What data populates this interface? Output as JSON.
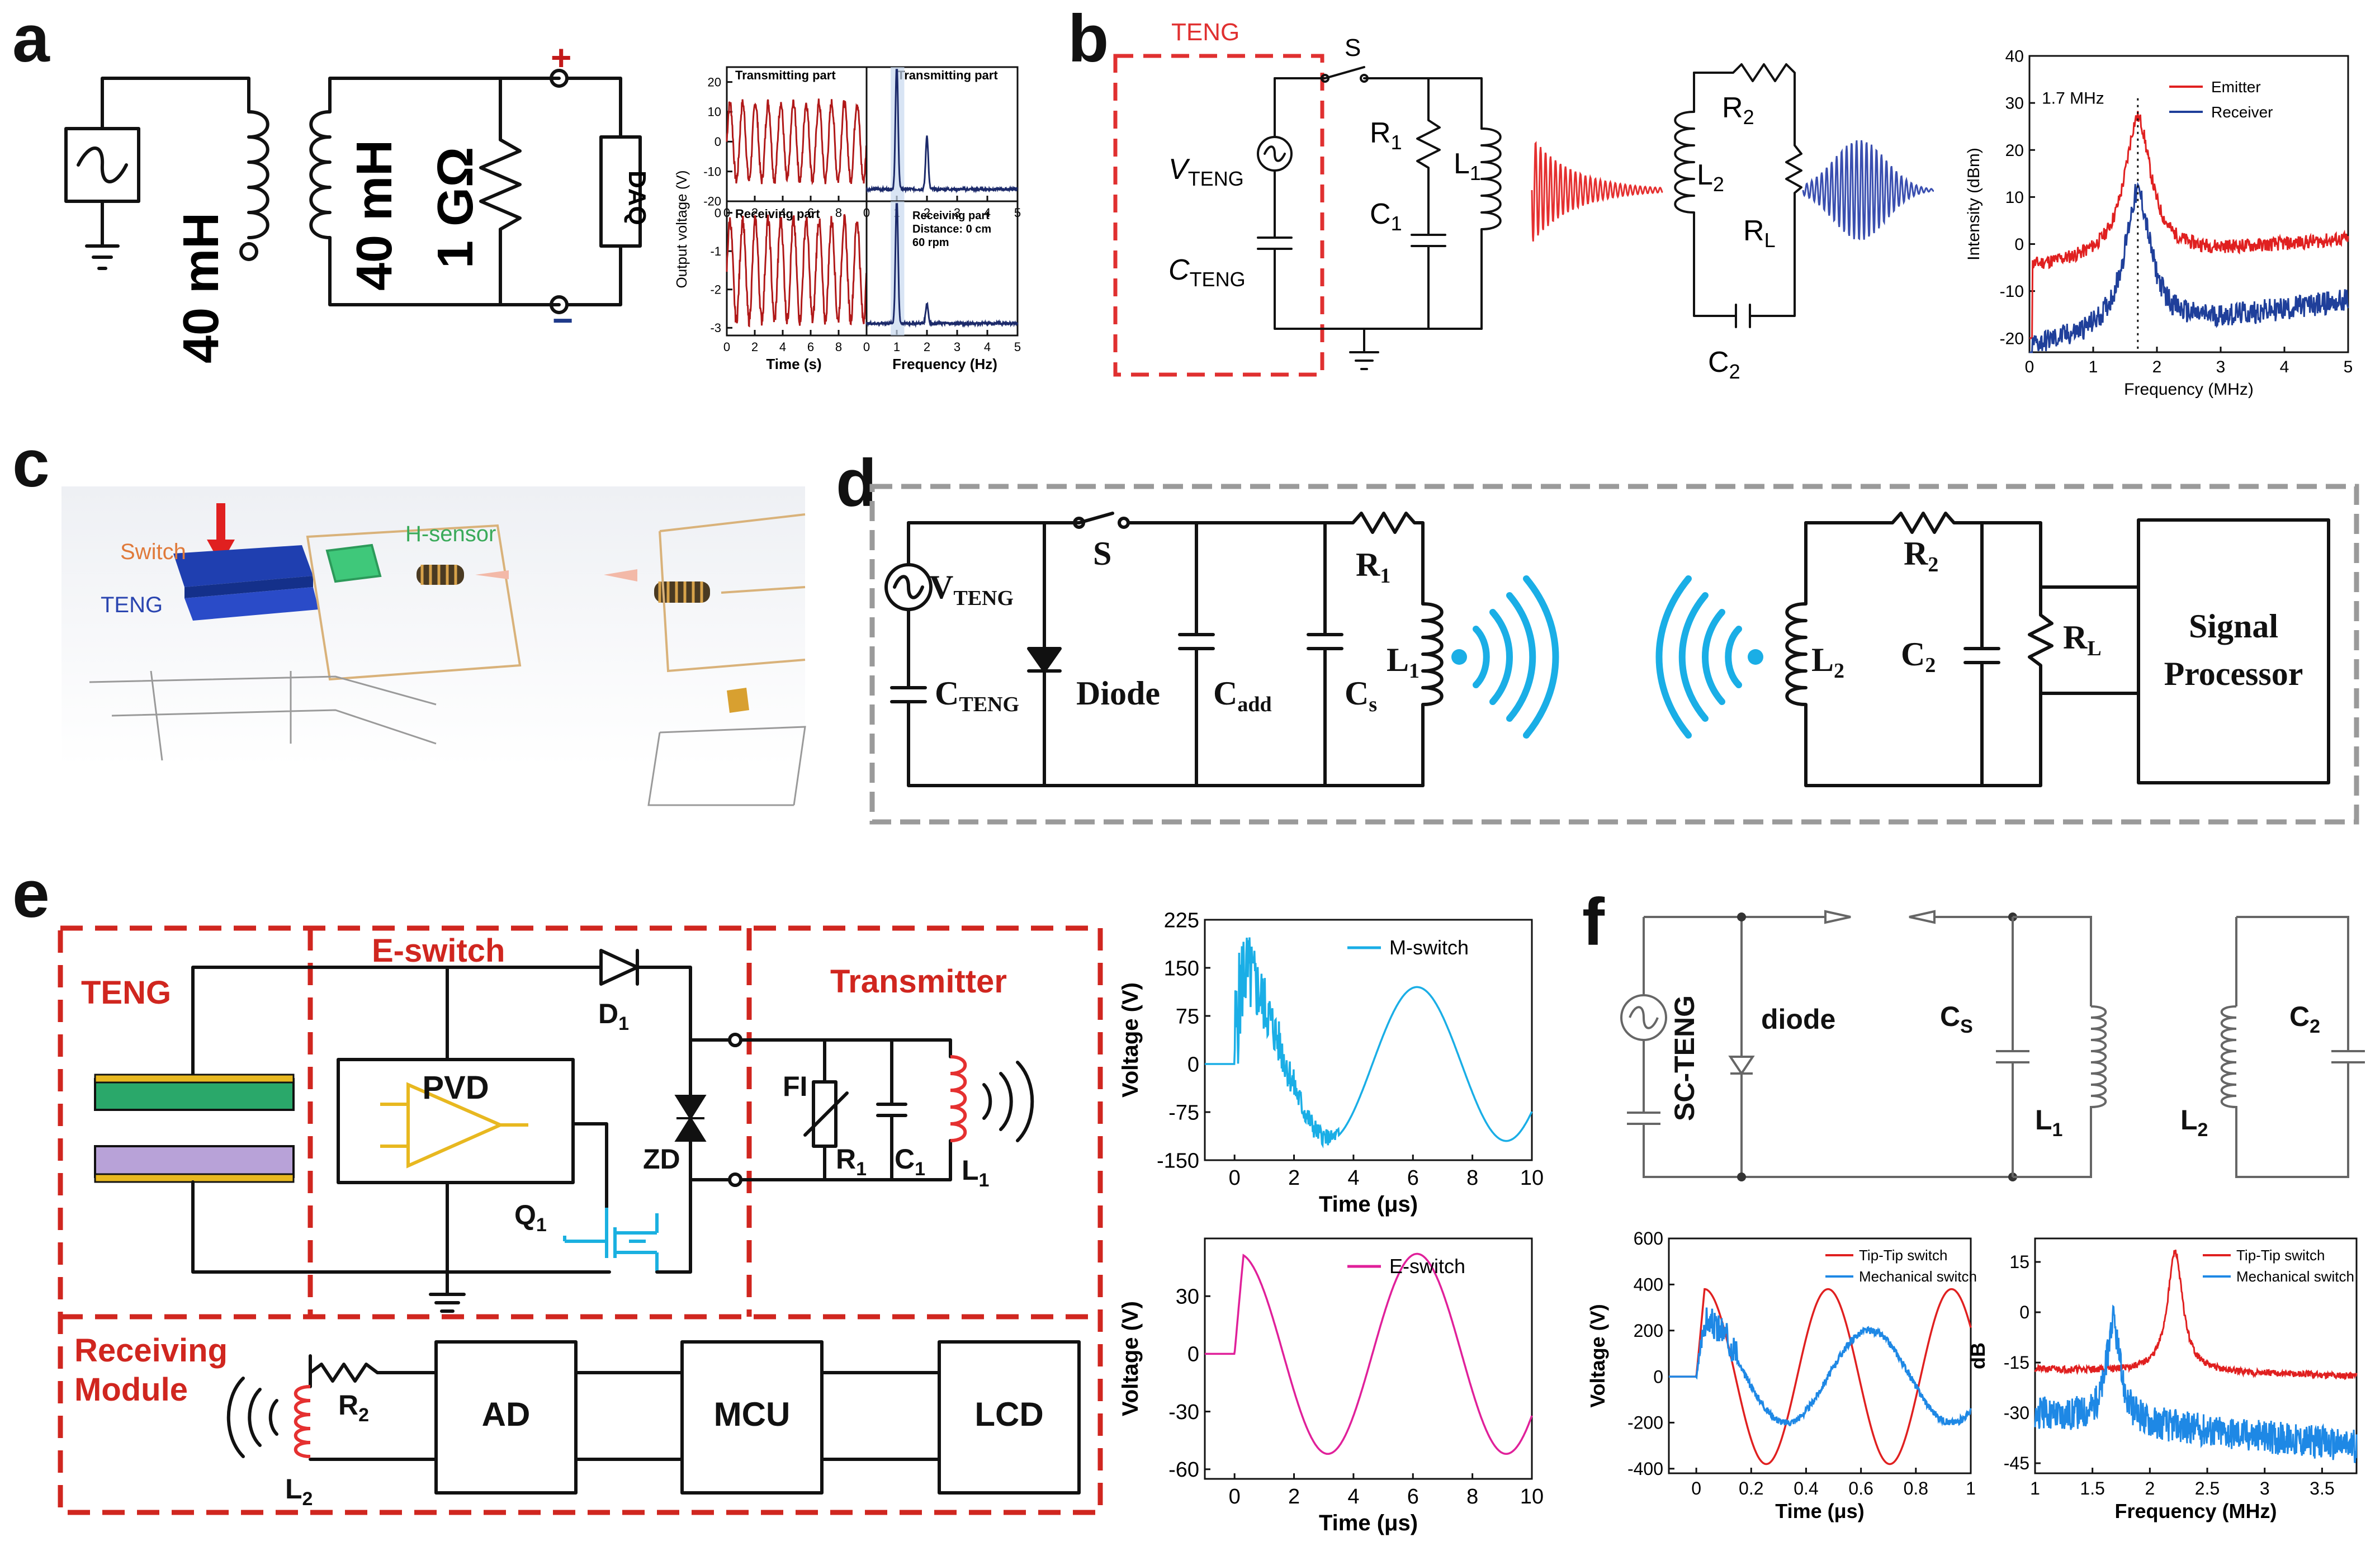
{
  "panels": {
    "a": {
      "letter": "a",
      "inductor1": "40 mH",
      "inductor2": "40 mH",
      "resistor": "1 GΩ",
      "daq": "DAQ",
      "plus": "+",
      "minus": "−",
      "ylabel": "Output voltage (V)",
      "xlabel_time": "Time (s)",
      "xlabel_freq": "Frequency (Hz)",
      "tl": "Transmitting part",
      "tr": "Transmitting part",
      "bl": "Receiving part",
      "br": "Receiving part",
      "br_note1": "Distance: 0 cm",
      "br_note2": "60 rpm"
    },
    "b": {
      "letter": "b",
      "teng": "TENG",
      "switch": "S",
      "vteng": "V",
      "vteng_sub": "TENG",
      "cteng": "C",
      "cteng_sub": "TENG",
      "r1": "R",
      "r1_sub": "1",
      "c1": "C",
      "c1_sub": "1",
      "l1": "L",
      "l1_sub": "1",
      "r2": "R",
      "r2_sub": "2",
      "l2": "L",
      "l2_sub": "2",
      "rl": "R",
      "rl_sub": "L",
      "c2": "C",
      "c2_sub": "2",
      "peak_label": "1.7 MHz"
    },
    "c": {
      "letter": "c",
      "switch": "Switch",
      "teng": "TENG",
      "hsensor": "H-sensor"
    },
    "d": {
      "letter": "d",
      "vteng": "V",
      "vteng_sub": "TENG",
      "cteng": "C",
      "cteng_sub": "TENG",
      "switch": "S",
      "diode": "Diode",
      "cadd": "C",
      "cadd_sub": "add",
      "r1": "R",
      "r1_sub": "1",
      "cs": "C",
      "cs_sub": "s",
      "l1": "L",
      "l1_sub": "1",
      "l2": "L",
      "l2_sub": "2",
      "r2": "R",
      "r2_sub": "2",
      "c2": "C",
      "c2_sub": "2",
      "rl": "R",
      "rl_sub": "L",
      "processor1": "Signal",
      "processor2": "Processor"
    },
    "e": {
      "letter": "e",
      "teng": "TENG",
      "eswitch": "E-switch",
      "transmitter": "Transmitter",
      "pvd": "PVD",
      "d1": "D",
      "d1_sub": "1",
      "zd": "ZD",
      "q1": "Q",
      "q1_sub": "1",
      "fi": "FI",
      "r1": "R",
      "r1_sub": "1",
      "c1": "C",
      "c1_sub": "1",
      "l1": "L",
      "l1_sub": "1",
      "receiving1": "Receiving",
      "receiving2": "Module",
      "r2": "R",
      "r2_sub": "2",
      "l2": "L",
      "l2_sub": "2",
      "ad": "AD",
      "mcu": "MCU",
      "lcd": "LCD"
    },
    "f": {
      "letter": "f",
      "scteng": "SC-TENG",
      "diode": "diode",
      "cs": "C",
      "cs_sub": "S",
      "l1": "L",
      "l1_sub": "1",
      "c2": "C",
      "c2_sub": "2",
      "l2": "L",
      "l2_sub": "2"
    }
  },
  "colors": {
    "red": "#e02020",
    "blue": "#1f3f9a",
    "cyan": "#1aaee6",
    "magenta": "#e0209a",
    "darkred": "#b01818",
    "navy": "#1c2a6a",
    "blue_mech": "#1e88e5"
  },
  "chart_data": [
    {
      "id": "a-transmit-time",
      "type": "line",
      "title": "Transmitting part",
      "xlabel": "Time (s)",
      "ylabel": "Output voltage (V)",
      "xlim": [
        0,
        10
      ],
      "ylim": [
        -20,
        25
      ],
      "xticks": [
        0,
        2,
        4,
        6,
        8
      ],
      "yticks": [
        20,
        10,
        0,
        -10,
        -20
      ],
      "series": [
        {
          "pattern": "oscillation",
          "periods": 11,
          "amplitude": 13,
          "offset": 0
        }
      ]
    },
    {
      "id": "a-transmit-freq",
      "type": "line",
      "title": "Transmitting part",
      "xlabel": "Frequency (Hz)",
      "xlim": [
        0,
        5
      ],
      "xticks": [
        0,
        1,
        2,
        3,
        4,
        5
      ],
      "series": [
        {
          "peaks": [
            {
              "x": 1.0,
              "h": 0.95
            },
            {
              "x": 2.0,
              "h": 0.4
            }
          ]
        }
      ]
    },
    {
      "id": "a-receive-time",
      "type": "line",
      "title": "Receiving part",
      "xlabel": "Time (s)",
      "ylabel": "Output voltage (V)",
      "xlim": [
        0,
        10
      ],
      "ylim": [
        -3.2,
        0.3
      ],
      "xticks": [
        0,
        2,
        4,
        6,
        8
      ],
      "yticks": [
        0.0,
        -1.0,
        -2.0,
        -3.0
      ],
      "series": [
        {
          "pattern": "oscillation",
          "periods": 11,
          "amplitude": 1.3,
          "offset": -1.5
        }
      ]
    },
    {
      "id": "a-receive-freq",
      "type": "line",
      "title": "Receiving part",
      "xlabel": "Frequency (Hz)",
      "xlim": [
        0,
        5
      ],
      "xticks": [
        0,
        1,
        2,
        3,
        4,
        5
      ],
      "series": [
        {
          "peaks": [
            {
              "x": 1.0,
              "h": 0.95
            },
            {
              "x": 2.0,
              "h": 0.15
            }
          ]
        }
      ]
    },
    {
      "id": "b-spectrum",
      "type": "line",
      "xlabel": "Frequency (MHz)",
      "ylabel": "Intensity (dBm)",
      "xlim": [
        0,
        5
      ],
      "ylim": [
        -23,
        40
      ],
      "xticks": [
        0,
        1,
        2,
        3,
        4,
        5
      ],
      "yticks": [
        40,
        30,
        20,
        10,
        0,
        -10,
        -20
      ],
      "peak_x": 1.7,
      "series": [
        {
          "name": "Emitter",
          "color": "#e02020",
          "peak_x": 1.7,
          "peak_y": 27,
          "base_start": -5,
          "base_end": 1
        },
        {
          "name": "Receiver",
          "color": "#1f3f9a",
          "peak_x": 1.7,
          "peak_y": 11,
          "base_start": -22,
          "base_end": -12
        }
      ]
    },
    {
      "id": "e-mswitch",
      "type": "line",
      "xlabel": "Time (μs)",
      "ylabel": "Voltage (V)",
      "xlim": [
        -1,
        10
      ],
      "ylim": [
        -150,
        225
      ],
      "xticks": [
        0,
        2,
        4,
        6,
        8,
        10
      ],
      "yticks": [
        225,
        150,
        75,
        0,
        -75,
        -150
      ],
      "series": [
        {
          "name": "M-switch",
          "color": "#1aaee6",
          "period": 6.0,
          "amplitude": 120,
          "start": 0
        }
      ]
    },
    {
      "id": "e-eswitch",
      "type": "line",
      "xlabel": "Time (μs)",
      "ylabel": "Voltage (V)",
      "xlim": [
        -1,
        10
      ],
      "ylim": [
        -65,
        60
      ],
      "xticks": [
        0,
        2,
        4,
        6,
        8,
        10
      ],
      "yticks": [
        30,
        0,
        -30,
        -60
      ],
      "series": [
        {
          "name": "E-switch",
          "color": "#e0209a",
          "period": 6.0,
          "amplitude": 52,
          "start": 0
        }
      ]
    },
    {
      "id": "f-time",
      "type": "line",
      "xlabel": "Time (μs)",
      "ylabel": "Voltage (V)",
      "xlim": [
        -0.1,
        1.0
      ],
      "ylim": [
        -420,
        600
      ],
      "xticks": [
        0.0,
        0.2,
        0.4,
        0.6,
        0.8,
        1.0
      ],
      "yticks": [
        600,
        400,
        200,
        0,
        -200,
        -400
      ],
      "series": [
        {
          "name": "Tip-Tip switch",
          "color": "#e02020",
          "period": 0.45,
          "amplitude": 400
        },
        {
          "name": "Mechanical switch",
          "color": "#1e88e5",
          "period": 0.6,
          "amplitude": 200
        }
      ]
    },
    {
      "id": "f-freq",
      "type": "line",
      "xlabel": "Frequency (MHz)",
      "ylabel": "dB",
      "xlim": [
        1.0,
        3.8
      ],
      "ylim": [
        -48,
        22
      ],
      "xticks": [
        1.0,
        1.5,
        2.0,
        2.5,
        3.0,
        3.5
      ],
      "yticks": [
        15,
        0,
        -15,
        -30,
        -45
      ],
      "series": [
        {
          "name": "Tip-Tip switch",
          "color": "#e02020",
          "peak_x": 2.22,
          "peak_y": 18,
          "base_start": -17,
          "base_end": -19
        },
        {
          "name": "Mechanical switch",
          "color": "#1e88e5",
          "peak_x": 1.68,
          "peak_y": -3,
          "base_start": -30,
          "base_end": -40
        }
      ]
    }
  ]
}
